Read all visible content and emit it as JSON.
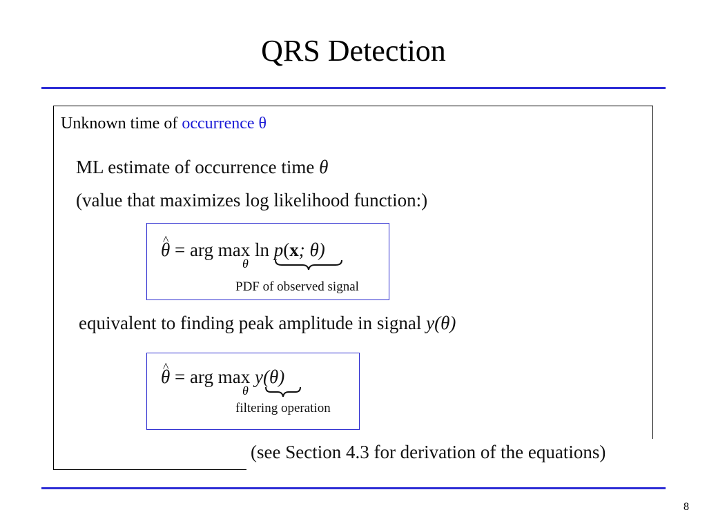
{
  "slide": {
    "title": "QRS Detection",
    "page_number": "8"
  },
  "intro": {
    "prefix": "Unknown time of ",
    "accent": "occurrence θ"
  },
  "text": {
    "line1_text": "ML estimate of occurrence time ",
    "line1_var": "θ",
    "line2": "(value that maximizes log likelihood function:)",
    "line3_text": "equivalent to finding peak amplitude in signal ",
    "line3_var": "y(θ)",
    "note": "(see Section 4.3 for derivation of the equations)"
  },
  "eq1": {
    "lhs": "θ",
    "equals": " = ",
    "op": "arg max ln ",
    "sub": "θ",
    "func": "p",
    "open": "(",
    "x": "x",
    "rest": "; θ)",
    "brace_label": "PDF of observed signal"
  },
  "eq2": {
    "lhs": "θ",
    "equals": " = ",
    "op": "arg max ",
    "sub": "θ",
    "arg": "y(θ)",
    "brace_label": "filtering operation"
  },
  "colors": {
    "accent": "#1a1ad6",
    "rule": "#2e2ed6",
    "box_border": "#2c2cd0"
  }
}
